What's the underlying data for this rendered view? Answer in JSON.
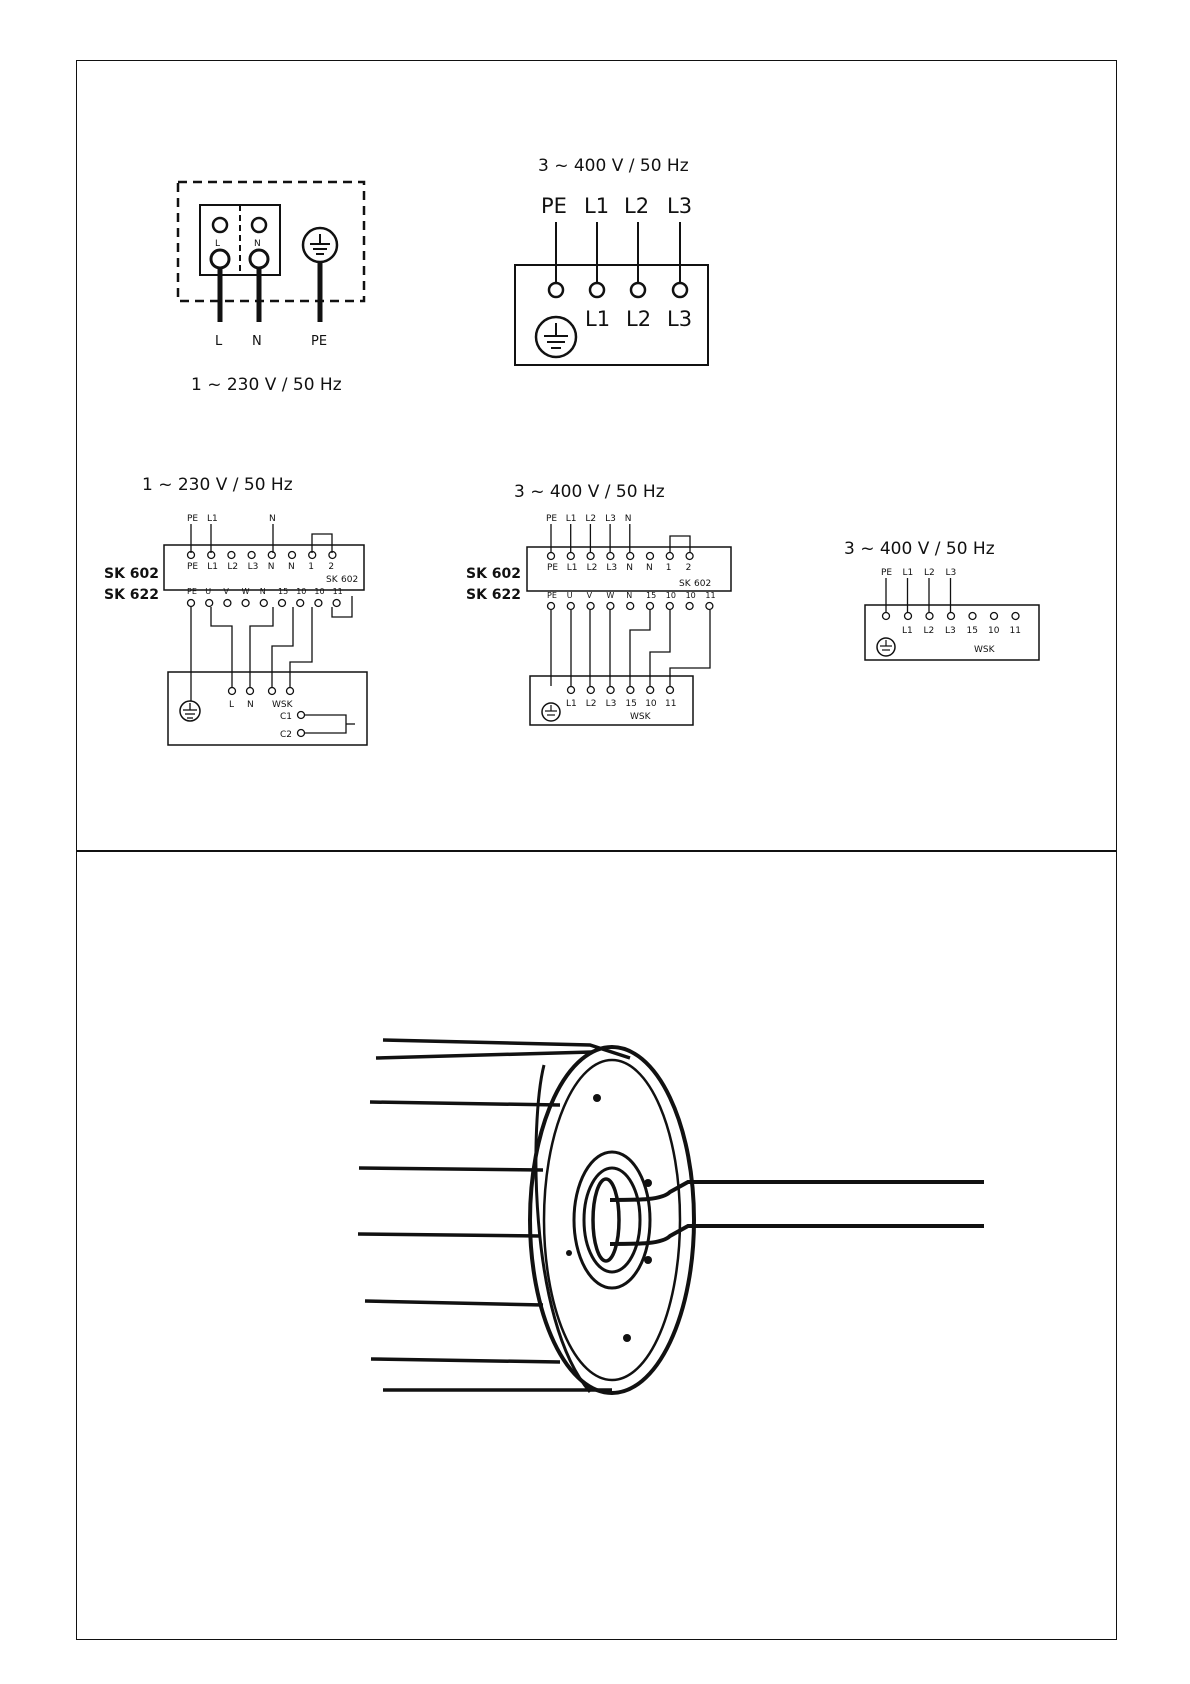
{
  "diagram1": {
    "terminals": [
      "L",
      "N"
    ],
    "wires": [
      "L",
      "N",
      "PE"
    ],
    "caption": "1 ~ 230 V / 50 Hz"
  },
  "diagram2": {
    "title": "3 ~ 400 V / 50 Hz",
    "inputs": [
      "PE",
      "L1",
      "L2",
      "L3"
    ],
    "terminals": [
      "L1",
      "L2",
      "L3"
    ]
  },
  "diagram3": {
    "title": "1 ~ 230 V / 50 Hz",
    "models": [
      "SK 602",
      "SK 622"
    ],
    "top_wires": [
      "PE",
      "L1",
      "N"
    ],
    "row1": [
      "PE",
      "L1",
      "L2",
      "L3",
      "N",
      "N",
      "1",
      "2"
    ],
    "row1_note": [
      "SK",
      "602"
    ],
    "row2": [
      "PE",
      "U",
      "V",
      "W",
      "N",
      "15",
      "10",
      "10",
      "11"
    ],
    "box_terms": [
      "L",
      "N",
      "WSK"
    ],
    "caps": [
      "C1",
      "C2"
    ]
  },
  "diagram4": {
    "title": "3 ~ 400 V / 50 Hz",
    "models": [
      "SK 602",
      "SK 622"
    ],
    "top_wires": [
      "PE",
      "L1",
      "L2",
      "L3",
      "N"
    ],
    "row1": [
      "PE",
      "L1",
      "L2",
      "L3",
      "N",
      "N",
      "1",
      "2"
    ],
    "row1_note": [
      "SK",
      "602"
    ],
    "row2": [
      "PE",
      "U",
      "V",
      "W",
      "N",
      "15",
      "10",
      "10",
      "11"
    ],
    "box_terms": [
      "L1",
      "L2",
      "L3",
      "15",
      "10",
      "11"
    ],
    "box_label": "WSK"
  },
  "diagram5": {
    "title": "3 ~ 400 V / 50 Hz",
    "top_wires": [
      "PE",
      "L1",
      "L2",
      "L3"
    ],
    "terms": [
      "L1",
      "L2",
      "L3",
      "15",
      "10",
      "11"
    ],
    "label": "WSK"
  },
  "colors": {
    "ink": "#111111",
    "paper": "#ffffff"
  },
  "icons": [
    "ground-icon",
    "motor-illustration",
    "screwdriver-icon"
  ]
}
